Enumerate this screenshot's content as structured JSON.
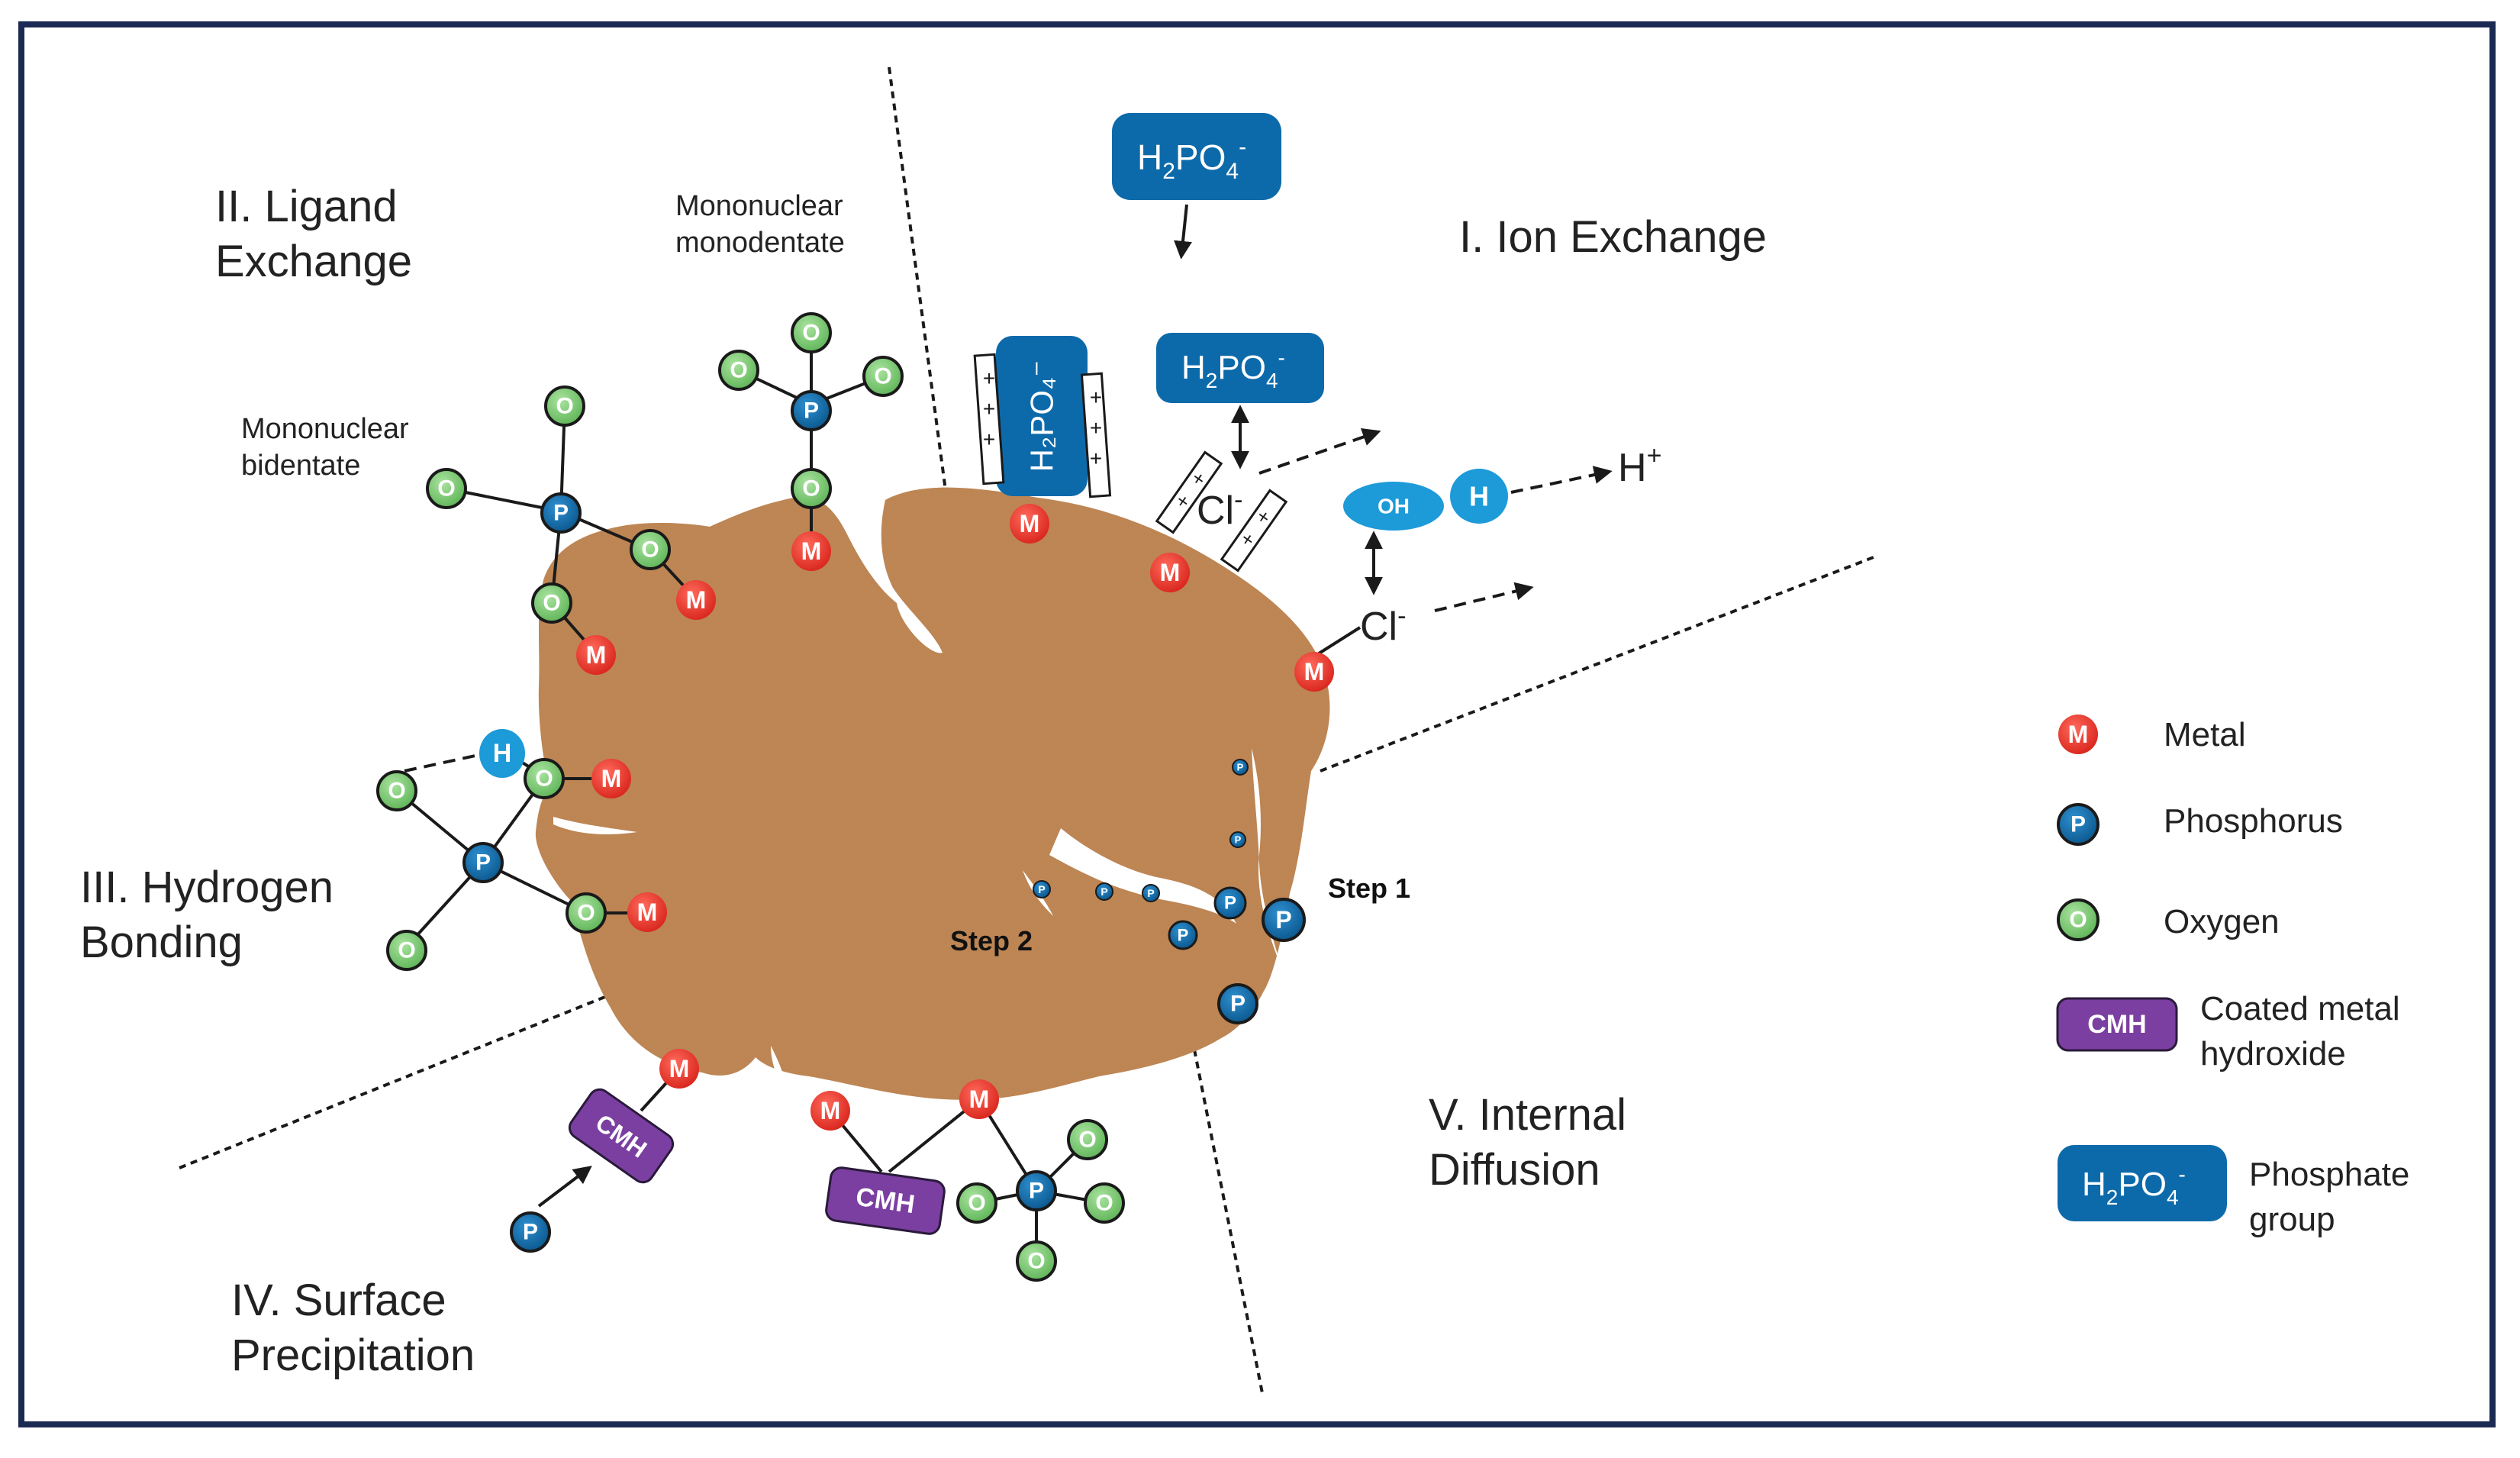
{
  "mechanisms": {
    "ion_exchange": "I. Ion Exchange",
    "ligand_exchange_1": "II. Ligand",
    "ligand_exchange_2": "Exchange",
    "hydrogen_bonding_1": "III. Hydrogen",
    "hydrogen_bonding_2": "Bonding",
    "surface_precipitation_1": "IV. Surface",
    "surface_precipitation_2": "Precipitation",
    "internal_diffusion_1": "V. Internal",
    "internal_diffusion_2": "Diffusion"
  },
  "annotations": {
    "mono_mono_1": "Mononuclear",
    "mono_mono_2": "monodentate",
    "mono_bi_1": "Mononuclear",
    "mono_bi_2": "bidentate",
    "step1": "Step 1",
    "step2": "Step 2"
  },
  "symbols": {
    "metal": "M",
    "phosphorus": "P",
    "oxygen": "O",
    "hydrogen": "H",
    "hydroxide": "OH",
    "cmh": "CMH",
    "chloride": "Cl",
    "chloride_charge": "-",
    "proton": "H",
    "proton_charge": "+",
    "phosphate_h": "H",
    "phosphate_sub2": "2",
    "phosphate_po": "PO",
    "phosphate_sub4": "4",
    "phosphate_charge": "-",
    "phosphate_vertical": "H₂PO₄⁻"
  },
  "legend": {
    "metal": "Metal",
    "phosphorus": "Phosphorus",
    "oxygen": "Oxygen",
    "cmh_1": "Coated metal",
    "cmh_2": "hydroxide",
    "phosphate_1": "Phosphate",
    "phosphate_2": "group"
  },
  "colors": {
    "frame": "#1b2a52",
    "particle": "#c1834f",
    "metal": "#e8342a",
    "phosphorus": "#0d6aaa",
    "oxygen": "#7cc576",
    "hydrogen": "#2aa6e0",
    "cmh": "#7a3fa0",
    "phosphate": "#0d6aaa"
  }
}
